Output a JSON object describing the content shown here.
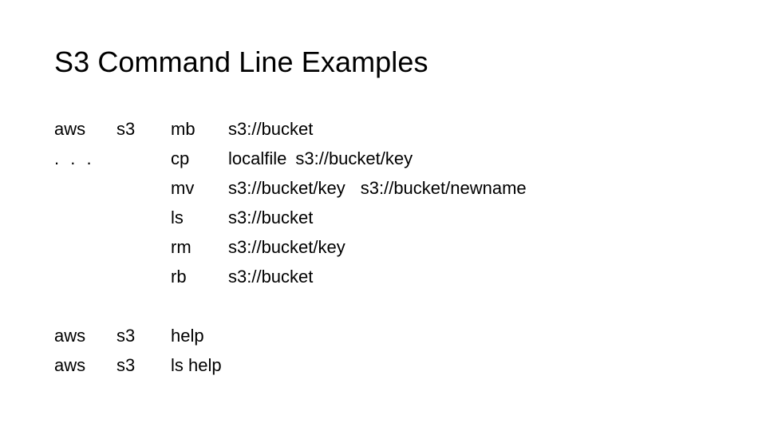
{
  "slide": {
    "title": "S3 Command Line Examples"
  },
  "main_block": {
    "program": "aws",
    "service": "s3",
    "continuation": ". . .",
    "rows": [
      {
        "command": "mb",
        "arg1": "s3://bucket",
        "gap": "",
        "arg2": ""
      },
      {
        "command": "cp",
        "arg1": "localfile",
        "gap": "2",
        "arg2": "s3://bucket/key"
      },
      {
        "command": "mv",
        "arg1": "s3://bucket/key",
        "gap": "3",
        "arg2": "s3://bucket/newname"
      },
      {
        "command": "ls",
        "arg1": "s3://bucket",
        "gap": "",
        "arg2": ""
      },
      {
        "command": "rm",
        "arg1": "s3://bucket/key",
        "gap": "",
        "arg2": ""
      },
      {
        "command": "rb",
        "arg1": "s3://bucket",
        "gap": "",
        "arg2": ""
      }
    ]
  },
  "help_block": {
    "rows": [
      {
        "program": "aws",
        "service": "s3",
        "command": "help"
      },
      {
        "program": "aws",
        "service": "s3",
        "command": "ls help"
      }
    ]
  }
}
